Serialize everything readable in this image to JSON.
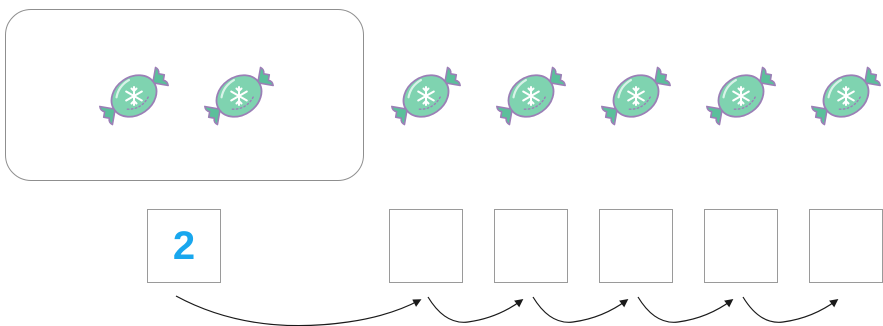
{
  "worksheet": {
    "grouped_candy_count": 2,
    "extra_candy_count": 5,
    "answer_boxes": [
      "2",
      "",
      "",
      "",
      "",
      ""
    ],
    "colors": {
      "number": "#19a7ee",
      "candy_fill": "#7fd3b0",
      "candy_wrap": "#5bbf9b",
      "candy_outline": "#9b7fb6"
    },
    "icons": {
      "candy": "wrapped-candy-icon",
      "snowflake": "snowflake-icon"
    }
  }
}
